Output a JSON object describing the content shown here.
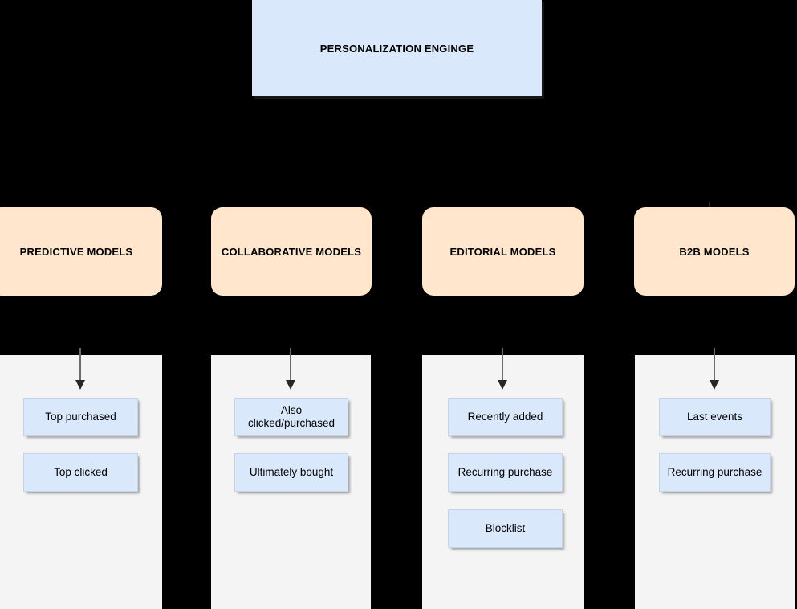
{
  "diagram": {
    "title_box": {
      "label": "PERSONALIZATION ENGINGE",
      "fill": "#dae8fc"
    },
    "model_fill": "#ffe6cc",
    "leaf_fill": "#dae8fc",
    "panel_fill": "#f4f4f4",
    "background": "#000000",
    "columns": [
      {
        "model": "PREDICTIVE MODELS",
        "items": [
          "Top purchased",
          "Top clicked"
        ]
      },
      {
        "model": "COLLABORATIVE MODELS",
        "items": [
          "Also clicked/purchased",
          "Ultimately bought"
        ]
      },
      {
        "model": "EDITORIAL MODELS",
        "items": [
          "Recently added",
          "Recurring purchase",
          "Blocklist"
        ]
      },
      {
        "model": "B2B MODELS",
        "items": [
          "Last events",
          "Recurring purchase"
        ]
      }
    ]
  }
}
